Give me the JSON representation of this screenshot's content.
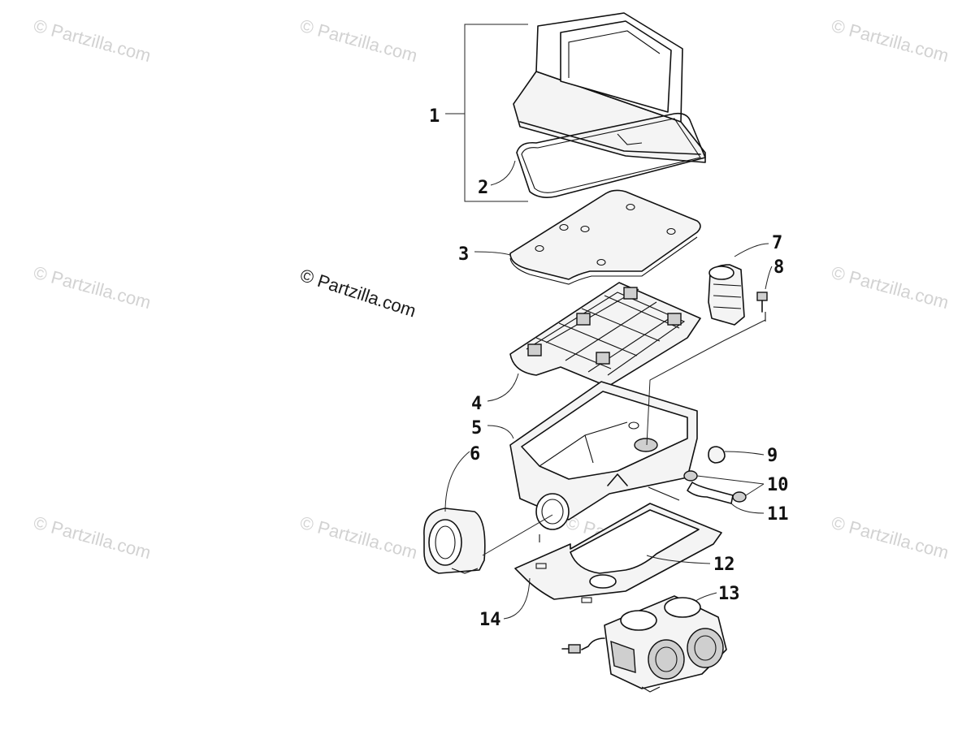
{
  "watermark": {
    "text": "© Partzilla.com",
    "main_text": "© Partzilla.com"
  },
  "callouts": {
    "c1": "1",
    "c2": "2",
    "c3": "3",
    "c4": "4",
    "c5": "5",
    "c6": "6",
    "c7": "7",
    "c8": "8",
    "c9": "9",
    "c10": "10",
    "c11": "11",
    "c12": "12",
    "c13": "13",
    "c14": "14"
  },
  "colors": {
    "line": "#111111",
    "watermark": "#d2d2d2",
    "background": "#ffffff"
  }
}
